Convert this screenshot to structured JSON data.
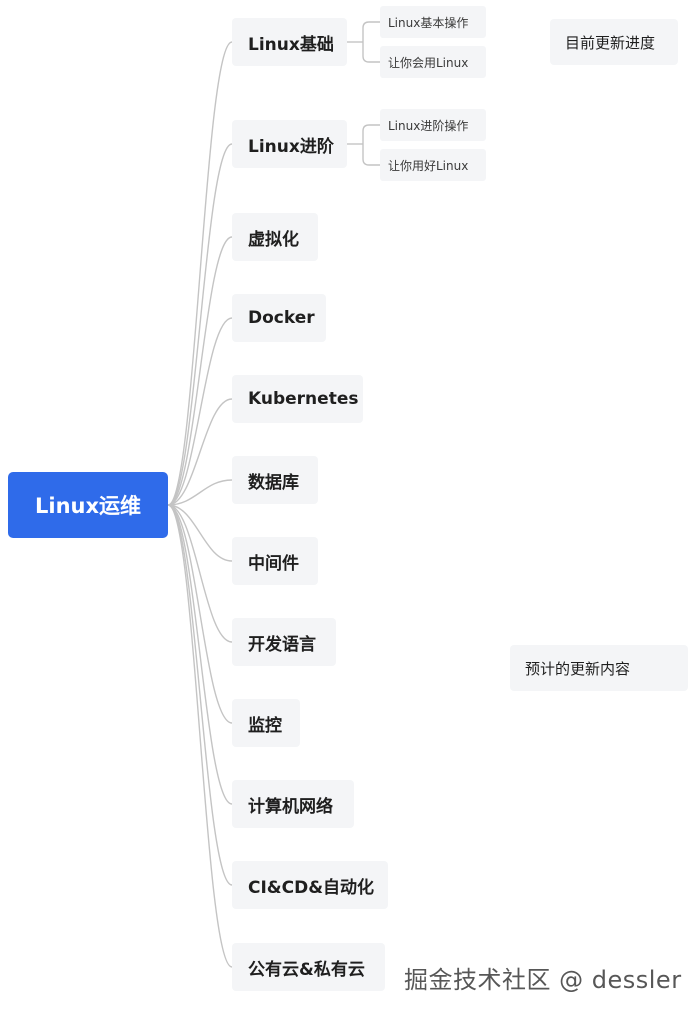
{
  "root": {
    "label": "Linux运维"
  },
  "branches": [
    {
      "label": "Linux基础",
      "children": [
        "Linux基本操作",
        "让你会用Linux"
      ]
    },
    {
      "label": "Linux进阶",
      "children": [
        "Linux进阶操作",
        "让你用好Linux"
      ]
    },
    {
      "label": "虚拟化",
      "children": []
    },
    {
      "label": "Docker",
      "children": []
    },
    {
      "label": "Kubernetes",
      "children": []
    },
    {
      "label": "数据库",
      "children": []
    },
    {
      "label": "中间件",
      "children": []
    },
    {
      "label": "开发语言",
      "children": []
    },
    {
      "label": "监控",
      "children": []
    },
    {
      "label": "计算机网络",
      "children": []
    },
    {
      "label": "CI&CD&自动化",
      "children": []
    },
    {
      "label": "公有云&私有云",
      "children": []
    }
  ],
  "notes": {
    "current_progress": "目前更新进度",
    "planned_content": "预计的更新内容"
  },
  "watermark": "掘金技术社区 @ dessler",
  "colors": {
    "root_fill": "#2f6bea",
    "node_fill": "#f4f5f7",
    "connector": "#c4c4c4"
  }
}
